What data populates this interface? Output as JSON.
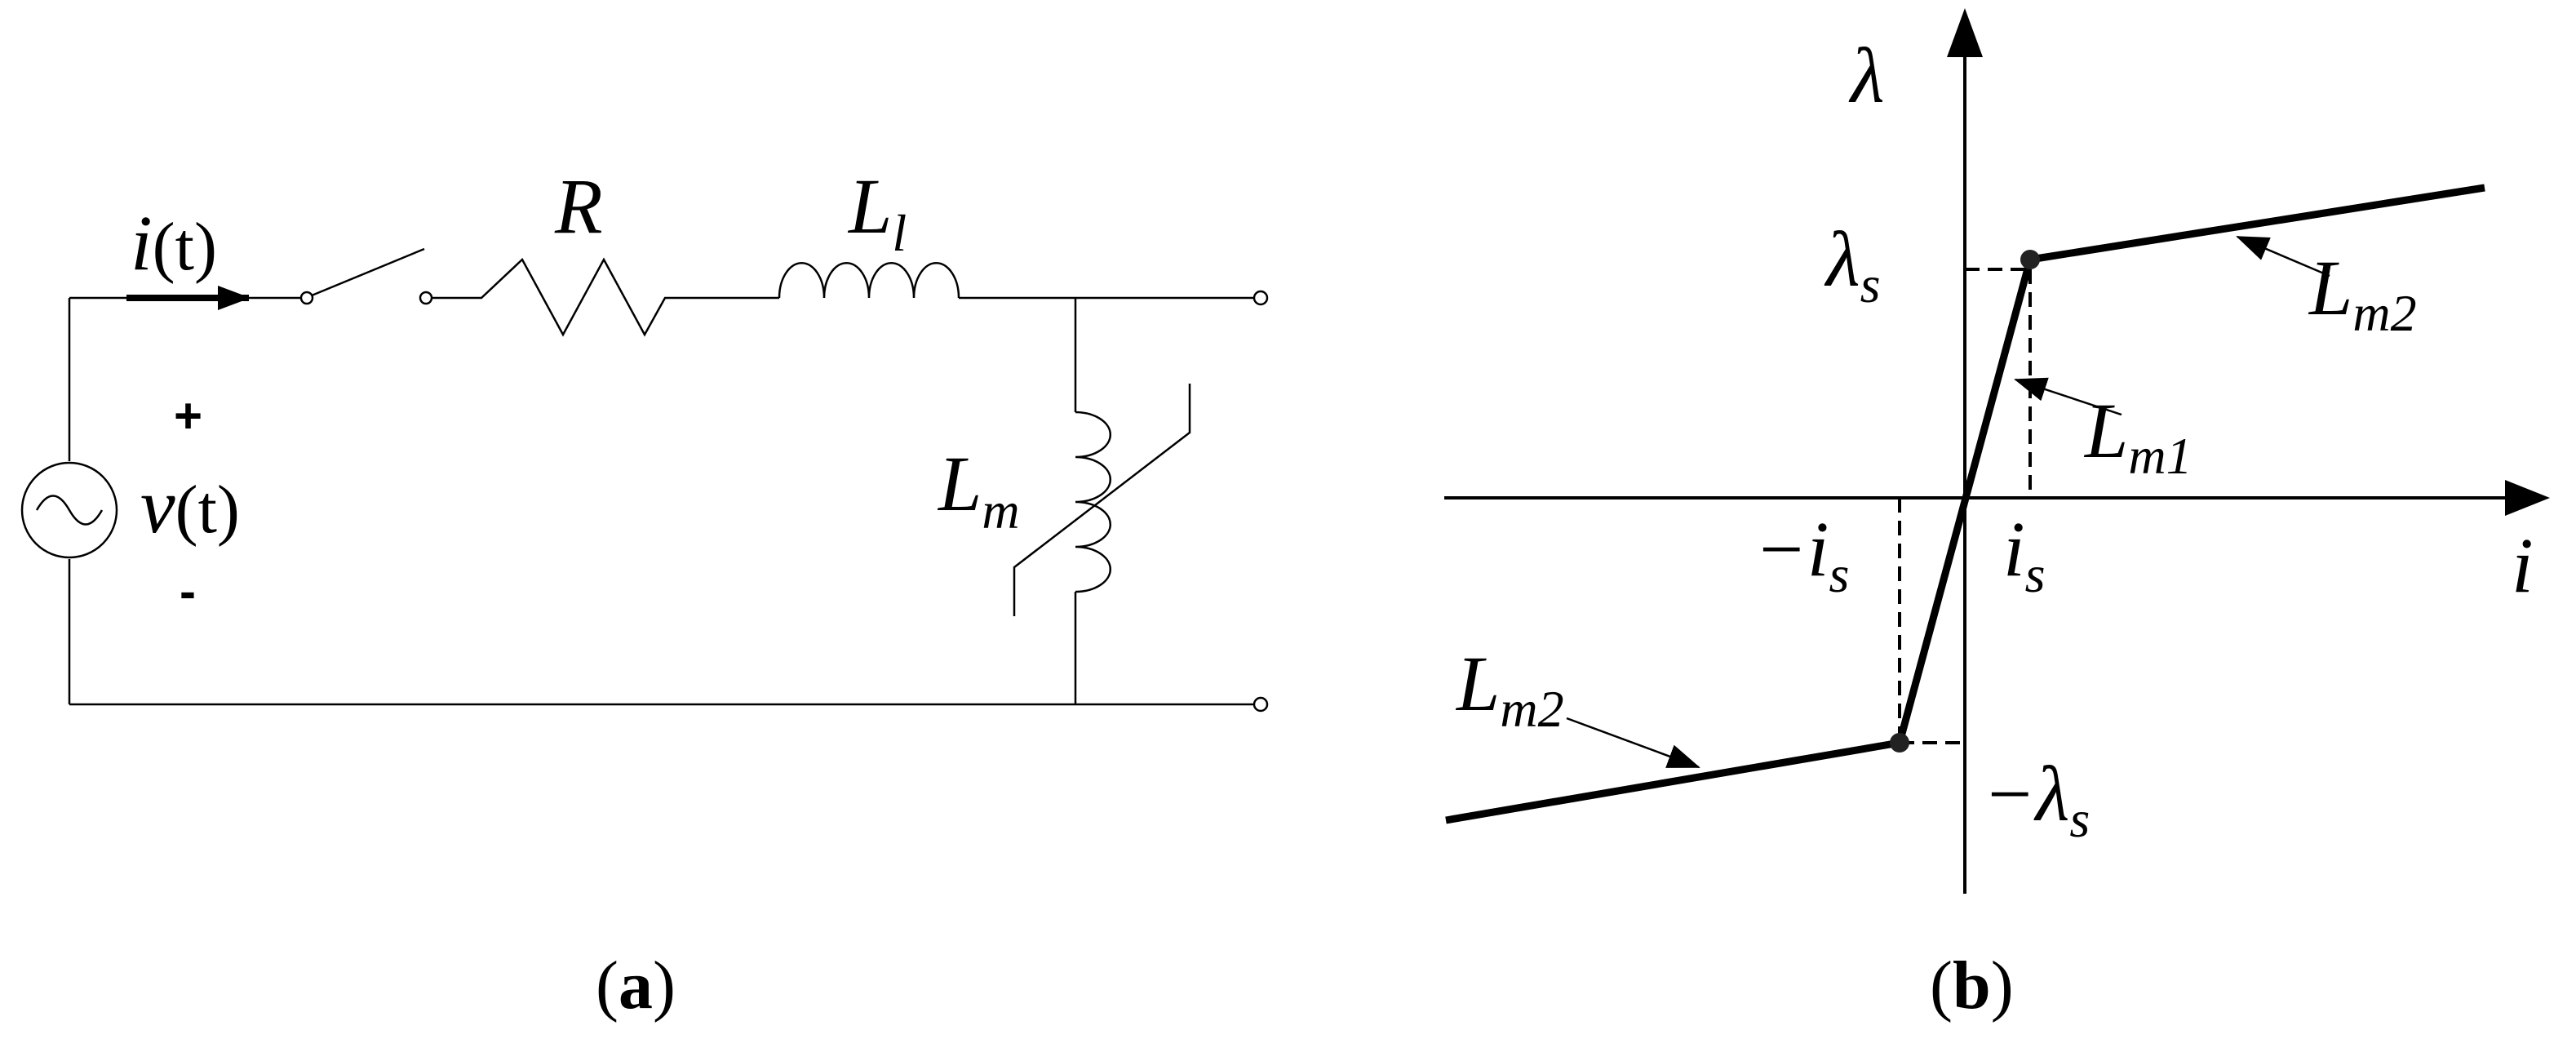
{
  "panel_a": {
    "current_symbol": "i",
    "current_arg": "(t)",
    "voltage_symbol": "v",
    "voltage_arg": "(t)",
    "plus_sign": "+",
    "minus_sign": "-",
    "resistor_label": "R",
    "leakage_label": "L",
    "leakage_sub": "l",
    "magnetizing_label": "L",
    "magnetizing_sub": "m",
    "caption_open": "(",
    "caption_letter": "a",
    "caption_close": ")"
  },
  "panel_b": {
    "y_axis_label": "λ",
    "x_axis_label": "i",
    "lambda_s": "λ",
    "lambda_s_sub": "s",
    "neg_lambda_s": "−λ",
    "neg_lambda_s_sub": "s",
    "i_s": "i",
    "i_s_sub": "s",
    "neg_i_s": "−i",
    "neg_i_s_sub": "s",
    "lm1_label": "L",
    "lm1_sub": "m1",
    "lm2_upper_label": "L",
    "lm2_upper_sub": "m2",
    "lm2_lower_label": "L",
    "lm2_lower_sub": "m2",
    "caption_open": "(",
    "caption_letter": "b",
    "caption_close": ")"
  }
}
